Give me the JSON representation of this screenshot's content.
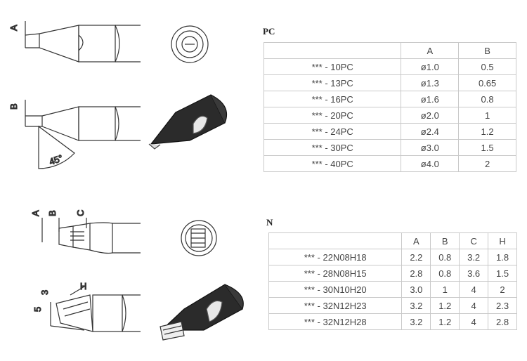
{
  "drawing_labels": {
    "tip1_dim": "A",
    "tip2_dim": "B",
    "tip2_angle": "45°",
    "tip3_dims": [
      "A",
      "B",
      "C"
    ],
    "tip4_dims": [
      "5",
      "3",
      "H"
    ]
  },
  "pc": {
    "title": "PC",
    "headers": [
      "",
      "A",
      "B"
    ],
    "rows": [
      [
        "*** - 10PC",
        "ø1.0",
        "0.5"
      ],
      [
        "*** - 13PC",
        "ø1.3",
        "0.65"
      ],
      [
        "*** - 16PC",
        "ø1.6",
        "0.8"
      ],
      [
        "*** - 20PC",
        "ø2.0",
        "1"
      ],
      [
        "*** - 24PC",
        "ø2.4",
        "1.2"
      ],
      [
        "*** - 30PC",
        "ø3.0",
        "1.5"
      ],
      [
        "*** - 40PC",
        "ø4.0",
        "2"
      ]
    ]
  },
  "n": {
    "title": "N",
    "headers": [
      "",
      "A",
      "B",
      "C",
      "H"
    ],
    "rows": [
      [
        "*** - 22N08H18",
        "2.2",
        "0.8",
        "3.2",
        "1.8"
      ],
      [
        "*** - 28N08H15",
        "2.8",
        "0.8",
        "3.6",
        "1.5"
      ],
      [
        "*** - 30N10H20",
        "3.0",
        "1",
        "4",
        "2"
      ],
      [
        "*** - 32N12H23",
        "3.2",
        "1.2",
        "4",
        "2.3"
      ],
      [
        "*** - 32N12H28",
        "3.2",
        "1.2",
        "4",
        "2.8"
      ]
    ]
  }
}
